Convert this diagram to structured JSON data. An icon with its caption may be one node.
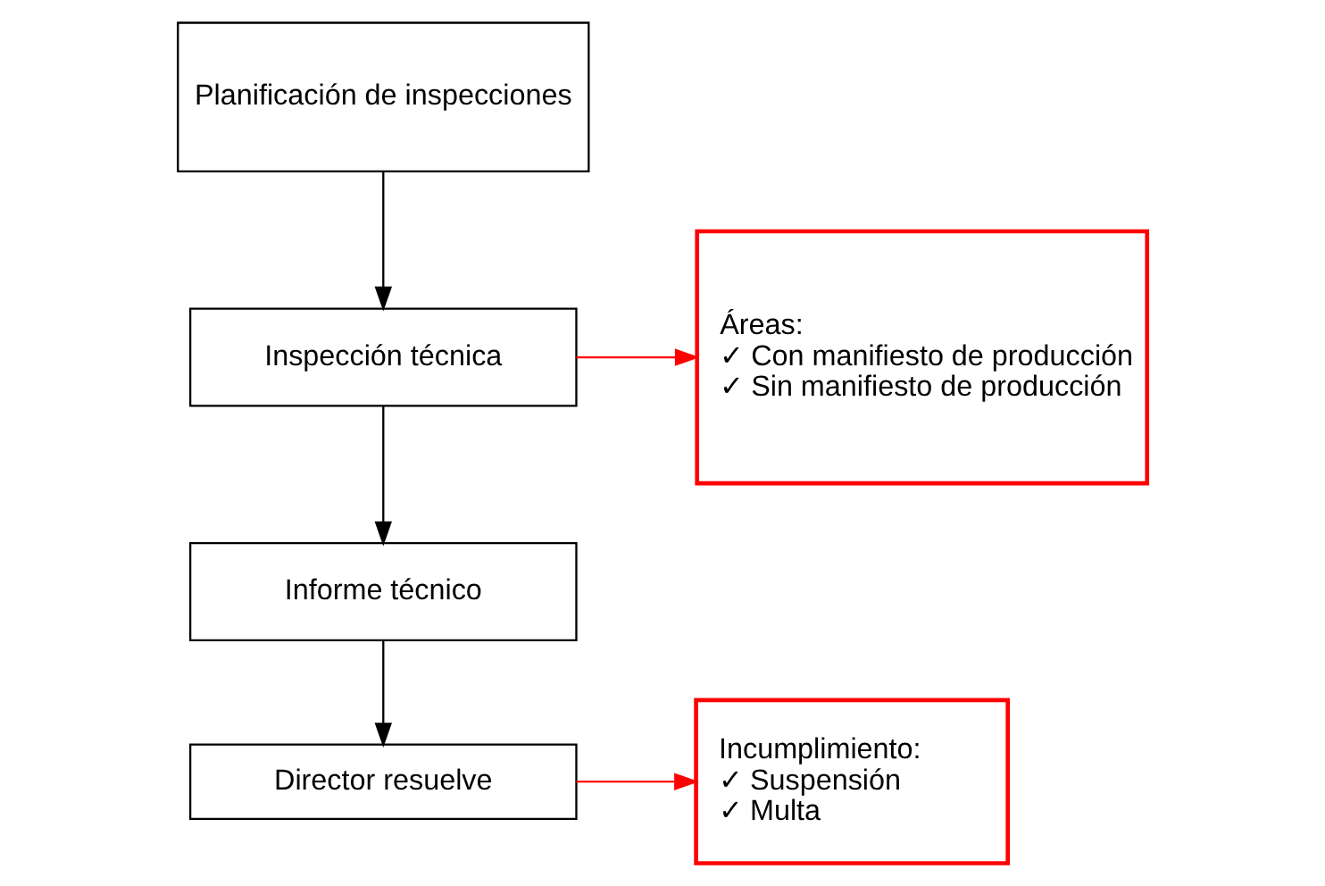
{
  "diagram": {
    "nodes": [
      {
        "text": [
          "Planificación de inspecciones"
        ]
      },
      {
        "text": [
          "Inspección técnica"
        ]
      },
      {
        "text": [
          "Informe técnico"
        ]
      },
      {
        "text": [
          "Director resuelve"
        ]
      },
      {
        "text": [
          "Áreas:",
          "✓ Con manifiesto de producción",
          "✓ Sin manifiesto de producción"
        ]
      },
      {
        "text": [
          "Incumplimiento:",
          "✓ Suspensión",
          "✓ Multa"
        ]
      }
    ],
    "edges": [
      {
        "from": 0,
        "to": 1,
        "arrow": "to"
      },
      {
        "from": 1,
        "to": 2,
        "arrow": "to"
      },
      {
        "from": 2,
        "to": 3,
        "arrow": "to"
      },
      {
        "from": 1,
        "to": 4,
        "arrow": "to",
        "color": "#ff0000"
      },
      {
        "from": 3,
        "to": 5,
        "arrow": "to",
        "color": "#ff0000"
      }
    ]
  }
}
